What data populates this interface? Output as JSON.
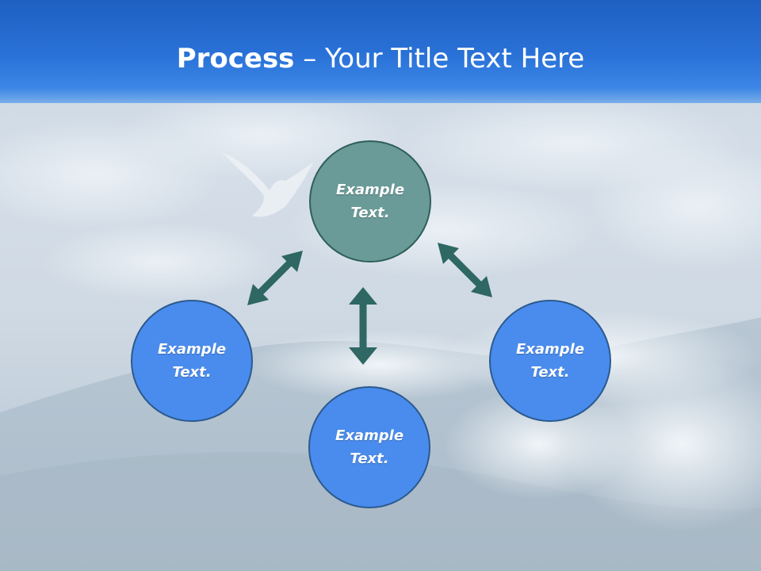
{
  "slide": {
    "title_bold": "Process",
    "title_rest": " – Your Title Text Here"
  },
  "nodes": {
    "top": "Example\nText.",
    "left": "Example\nText.",
    "bottom": "Example\nText.",
    "right": "Example\nText."
  },
  "colors": {
    "header_blue": "#2a72d8",
    "center_node_fill": "#6a9b99",
    "outer_node_fill": "#4a8ced",
    "node_stroke": "#2f5f59",
    "outer_node_stroke": "#2b5a8f",
    "arrow": "#2e6763"
  }
}
